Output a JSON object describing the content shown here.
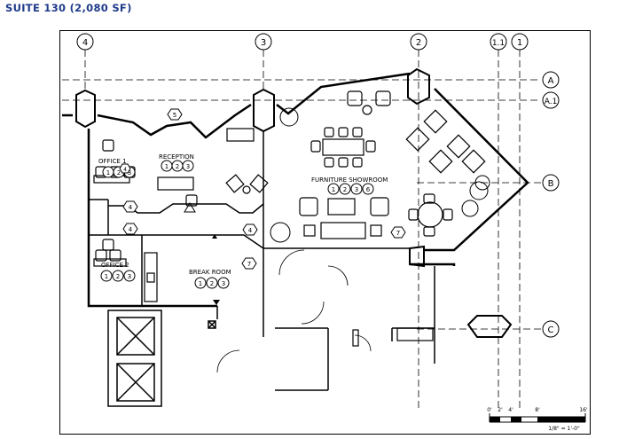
{
  "header": {
    "suite_title": "SUITE 130 (2,080 SF)"
  },
  "colors": {
    "title": "#1f3a8a",
    "line": "#000000"
  },
  "grid": {
    "columns": [
      "4",
      "3",
      "2",
      "1.1",
      "1"
    ],
    "rows": [
      "A",
      "A.1",
      "B",
      "C"
    ]
  },
  "rooms": {
    "reception": {
      "label": "RECEPTION",
      "tags": [
        "1",
        "2",
        "3"
      ]
    },
    "office1": {
      "label": "OFFICE 1",
      "tags": [
        "1",
        "2",
        "3"
      ]
    },
    "office2": {
      "label": "OFFICE 2",
      "tags": [
        "1",
        "2",
        "3"
      ]
    },
    "break_room": {
      "label": "BREAK ROOM",
      "tags": [
        "1",
        "2",
        "3"
      ]
    },
    "showroom": {
      "label": "FURNITURE SHOWROOM",
      "tags": [
        "1",
        "2",
        "3",
        "6"
      ]
    }
  },
  "keynotes": [
    "5",
    "4",
    "4",
    "4",
    "7",
    "7",
    "4"
  ],
  "scale_bar": {
    "ticks": [
      "0'",
      "2'",
      "4'",
      "8'",
      "16'"
    ],
    "label": "1/8\" = 1'-0\""
  }
}
